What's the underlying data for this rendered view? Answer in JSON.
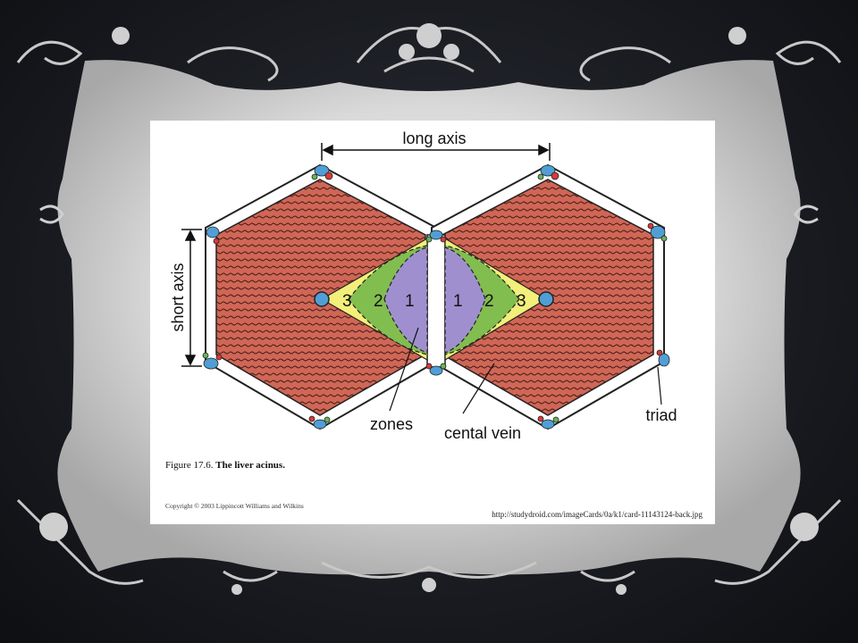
{
  "slide": {
    "source_url": "http://studydroid.com/imageCards/0a/k1/card-11143124-back.jpg"
  },
  "figure": {
    "labels": {
      "long_axis": "long axis",
      "short_axis": "short axis",
      "zones": "zones",
      "central_vein": "cental vein",
      "triad": "triad"
    },
    "zone_numbers": [
      "1",
      "2",
      "3"
    ],
    "caption_number": "Figure 17.6.",
    "caption_title": "The liver acinus.",
    "copyright": "Copyright © 2003 Lippincott Williams and Wilkins"
  },
  "colors": {
    "lobule_red": "#d06656",
    "zone1_purple": "#a08fcf",
    "zone2_green": "#82bd4f",
    "zone3_yellow": "#f2ef7a",
    "vessel_blue": "#4f9fd6",
    "frame_silver": "#d4d4d4"
  }
}
